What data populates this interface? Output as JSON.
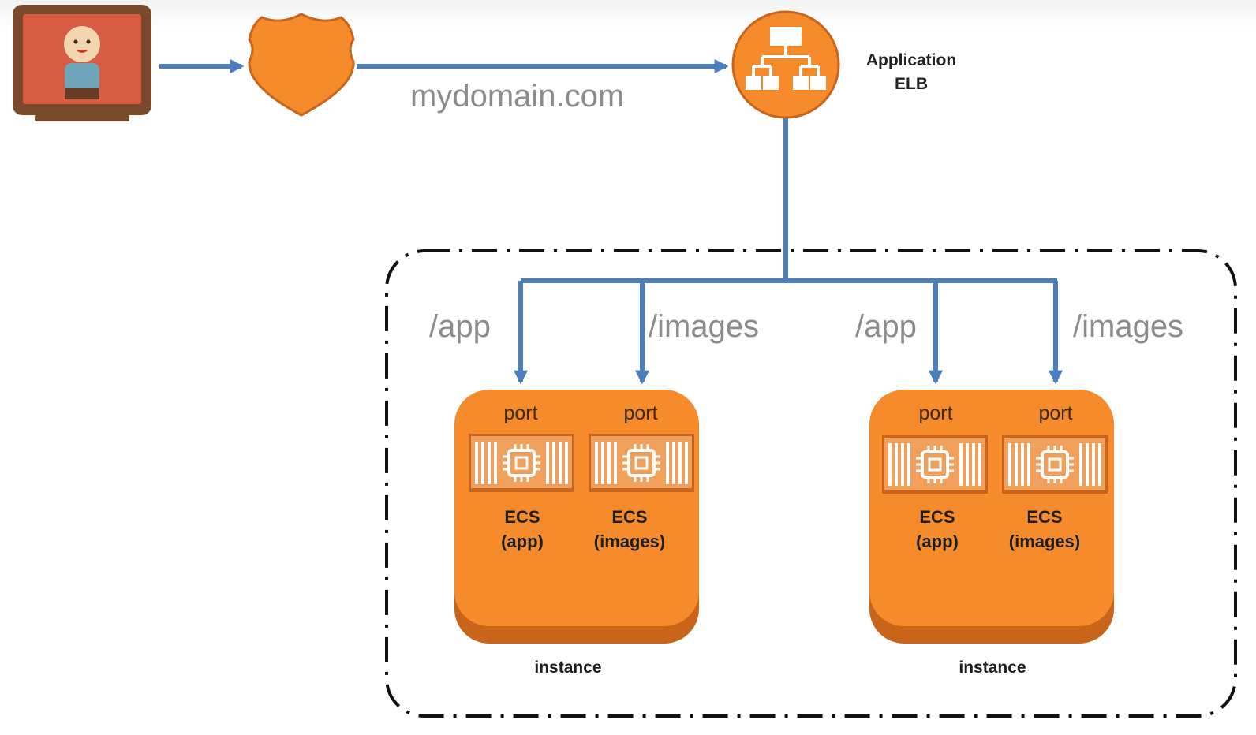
{
  "domain_label": "mydomain.com",
  "elb": {
    "line1": "Application",
    "line2": "ELB"
  },
  "routes": [
    "/app",
    "/images",
    "/app",
    "/images"
  ],
  "instances": [
    {
      "label": "instance",
      "containers": [
        {
          "port": "port",
          "name": "ECS",
          "service": "(app)"
        },
        {
          "port": "port",
          "name": "ECS",
          "service": "(images)"
        }
      ]
    },
    {
      "label": "instance",
      "containers": [
        {
          "port": "port",
          "name": "ECS",
          "service": "(app)"
        },
        {
          "port": "port",
          "name": "ECS",
          "service": "(images)"
        }
      ]
    }
  ],
  "icons": {
    "user": "user-at-monitor-icon",
    "dns": "route53-shield-icon",
    "elb": "load-balancer-icon",
    "container": "container-chip-icon"
  },
  "colors": {
    "arrow": "#4a7ec0",
    "orange": "#f58b2a",
    "orange_dark": "#c9651b",
    "monitor_frame": "#7a4a2c",
    "monitor_screen": "#d85b44",
    "boundary": "#111111"
  }
}
